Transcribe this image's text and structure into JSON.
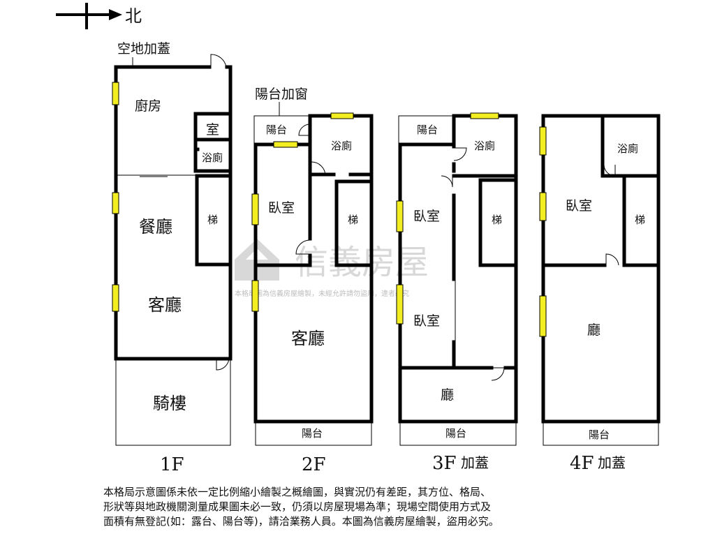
{
  "compass": {
    "north": "北"
  },
  "annotations": {
    "empty_lot_addition": "空地加蓋",
    "balcony_window": "陽台加窗"
  },
  "watermark": {
    "brand": "信義房屋",
    "notice": "本格局圖為信義房屋繪製，未經允許請勿盜用，違者必究"
  },
  "floors": [
    {
      "name": "1F",
      "suffix": "",
      "rooms": {
        "kitchen": "廚房",
        "room": "室",
        "bath": "浴廁",
        "dining": "餐廳",
        "stairs": "梯",
        "living": "客廳",
        "arcade": "騎樓"
      }
    },
    {
      "name": "2F",
      "suffix": "",
      "rooms": {
        "balcony_top": "陽台",
        "bath": "浴廁",
        "bedroom": "臥室",
        "stairs": "梯",
        "living": "客廳",
        "balcony_bottom": "陽台"
      }
    },
    {
      "name": "3F",
      "suffix": "加蓋",
      "rooms": {
        "balcony_top": "陽台",
        "bath": "浴廁",
        "bedroom_1": "臥室",
        "stairs": "梯",
        "bedroom_2": "臥室",
        "hall": "廳",
        "balcony_bottom": "陽台"
      }
    },
    {
      "name": "4F",
      "suffix": "加蓋",
      "rooms": {
        "bath": "浴廁",
        "bedroom": "臥室",
        "stairs": "梯",
        "hall": "廳",
        "balcony_bottom": "陽台"
      }
    }
  ],
  "disclaimer": [
    "本格局示意圖係未依一定比例縮小繪製之概繪圖，與實況仍有差距，其方位、格局、",
    "形狀等與地政機關測量成果圖未必一致，仍須以房屋現場為準；現場空間使用方式及",
    "面積有無登記(如：露台、陽台等)，請洽業務人員。本圖為信義房屋繪製，盜用必究。"
  ]
}
